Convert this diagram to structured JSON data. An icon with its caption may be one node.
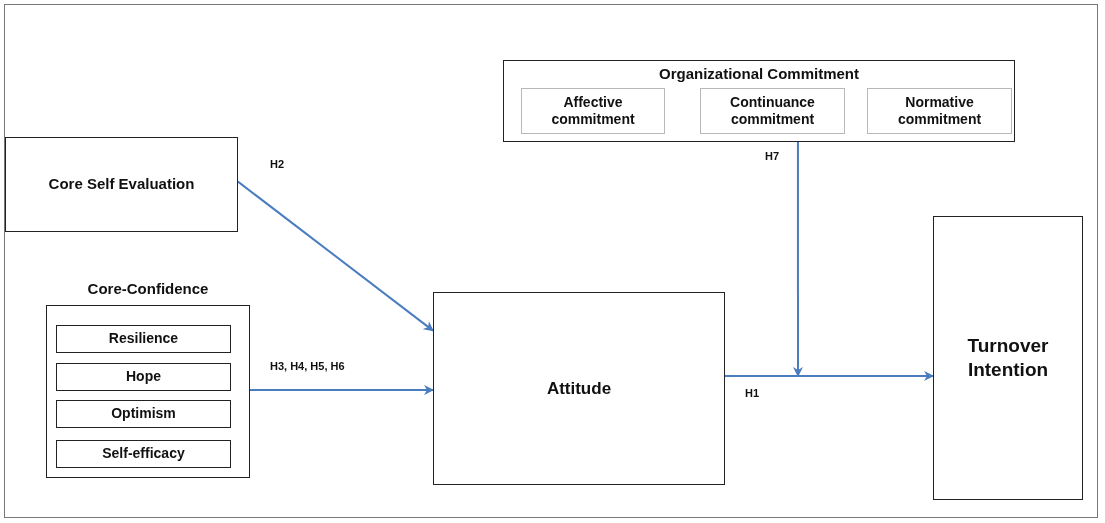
{
  "diagram": {
    "nodes": [
      {
        "text": [
          "Core Self Evaluation"
        ]
      },
      {
        "text": [
          "Core-Confidence"
        ]
      },
      {
        "text": [
          "Resilience"
        ],
        "in": 1
      },
      {
        "text": [
          "Hope"
        ],
        "in": 1
      },
      {
        "text": [
          "Optimism"
        ],
        "in": 1
      },
      {
        "text": [
          "Self-efficacy"
        ],
        "in": 1
      },
      {
        "text": [
          "Organizational Commitment"
        ]
      },
      {
        "text": [
          "Affective commitment"
        ],
        "in": 6
      },
      {
        "text": [
          "Continuance commitment"
        ],
        "in": 6
      },
      {
        "text": [
          "Normative commitment"
        ],
        "in": 6
      },
      {
        "text": [
          "Attitude"
        ]
      },
      {
        "text": [
          "Turnover Intention"
        ]
      }
    ],
    "edges": [
      {
        "from": 0,
        "to": 10,
        "arrow": "to",
        "label": "H2"
      },
      {
        "from": 1,
        "to": 10,
        "arrow": "to",
        "label": "H3, H4, H5, H6"
      },
      {
        "from": 10,
        "to": 11,
        "arrow": "to",
        "label": "H1"
      },
      {
        "from": 6,
        "to": null,
        "arrow": "to",
        "label": "H7"
      }
    ]
  }
}
